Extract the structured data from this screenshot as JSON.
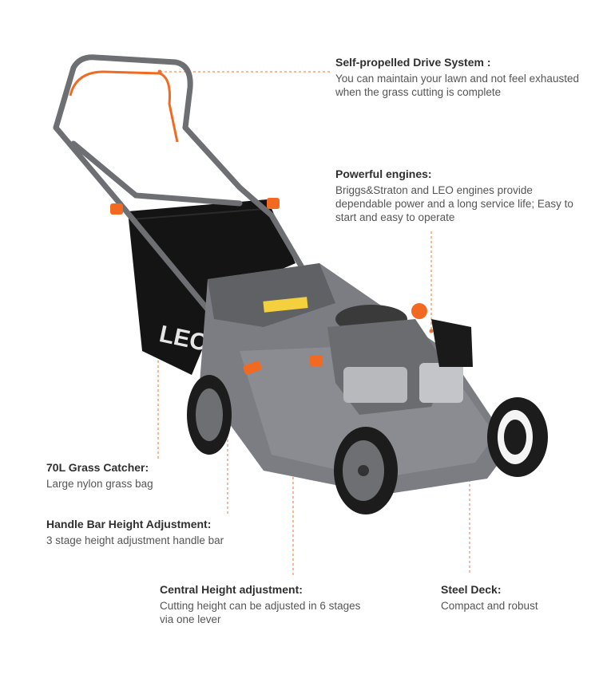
{
  "brand": {
    "logo_text": "LEO",
    "accent": "#f26a21",
    "body": "#6d6f73",
    "dark": "#1b1b1b"
  },
  "features": [
    {
      "title": "Self-propelled Drive System :",
      "desc": "You can maintain your lawn and not feel exhausted when the grass cutting is complete"
    },
    {
      "title": "Powerful engines:",
      "desc": "Briggs&Straton and LEO engines provide dependable power and a long service life; Easy to start and easy to operate"
    },
    {
      "title": "70L Grass Catcher:",
      "desc": "Large nylon grass bag"
    },
    {
      "title": "Handle Bar  Height Adjustment:",
      "desc": "3 stage height adjustment handle bar"
    },
    {
      "title": "Central Height adjustment:",
      "desc": "Cutting height can be adjusted in 6 stages via one lever"
    },
    {
      "title": "Steel Deck:",
      "desc": "Compact and robust"
    }
  ]
}
